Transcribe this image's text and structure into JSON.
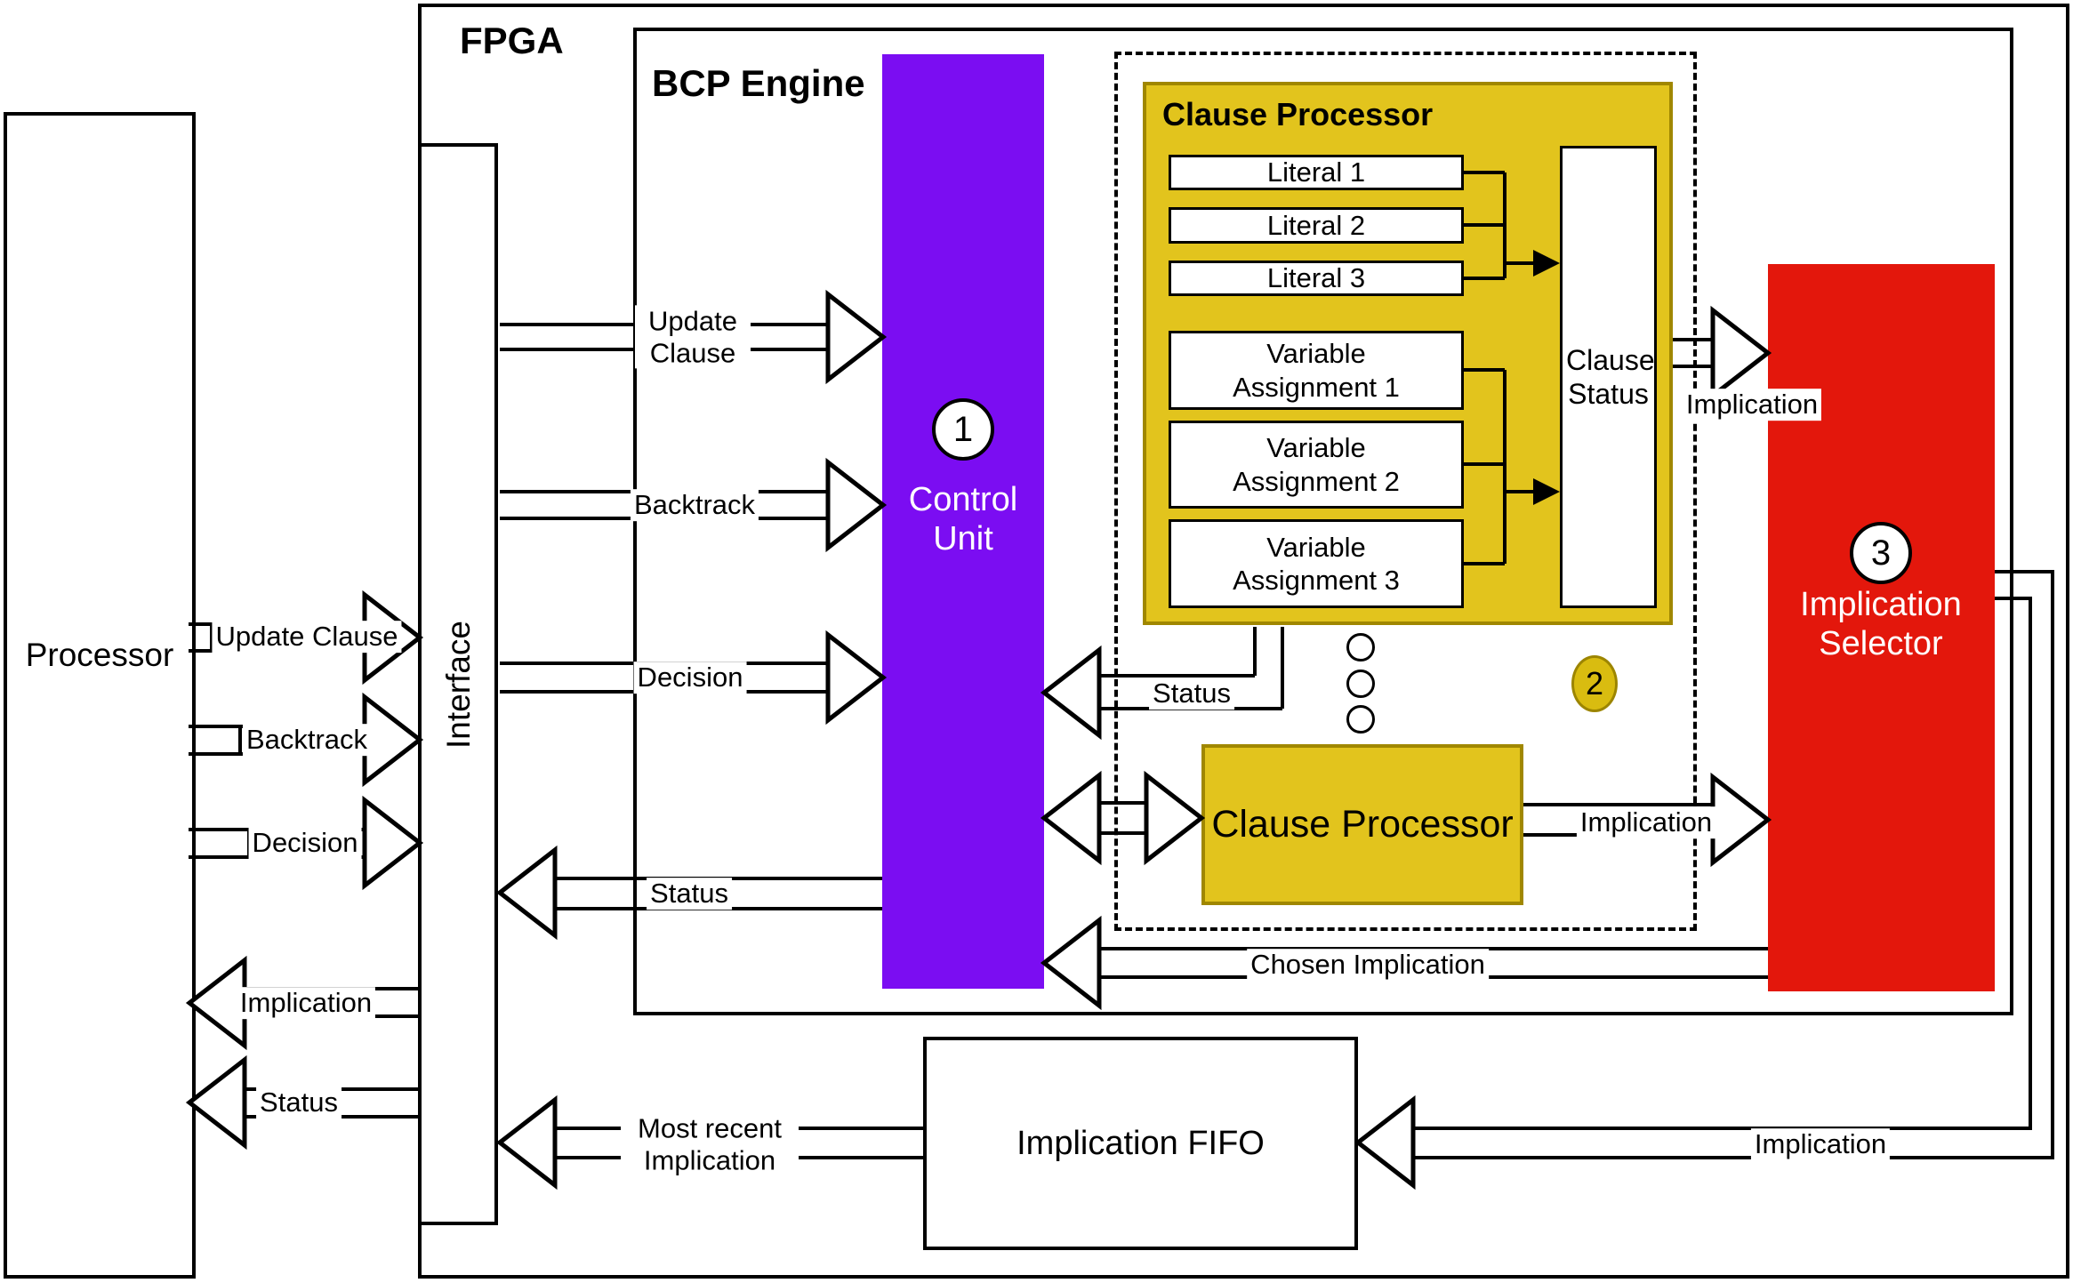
{
  "labels": {
    "fpga": "FPGA",
    "bcp_engine": "BCP Engine",
    "processor": "Processor",
    "interface": "Interface"
  },
  "control_unit": {
    "step": "1",
    "label": "Control Unit"
  },
  "clause_processor": {
    "title": "Clause Processor",
    "literals": [
      "Literal 1",
      "Literal 2",
      "Literal 3"
    ],
    "variable_assignments": [
      "Variable Assignment 1",
      "Variable Assignment 2",
      "Variable Assignment 3"
    ],
    "clause_status": "Clause Status",
    "step": "2"
  },
  "clause_processor_bottom": {
    "label": "Clause Processor"
  },
  "implication_selector": {
    "step": "3",
    "label": "Implication Selector"
  },
  "implication_fifo": {
    "label": "Implication FIFO"
  },
  "wires": {
    "update_clause_left": "Update Clause",
    "backtrack_left": "Backtrack",
    "decision_left": "Decision",
    "implication_left": "Implication",
    "status_left": "Status",
    "update_clause_right": "Update Clause",
    "backtrack_right": "Backtrack",
    "decision_right": "Decision",
    "status_right": "Status",
    "status_clause": "Status",
    "implication_cs": "Implication",
    "implication_cp": "Implication",
    "chosen_implication": "Chosen Implication",
    "implication_fifo_in": "Implication",
    "most_recent_implication": "Most recent Implication"
  },
  "colors": {
    "control_unit": "#7B0DF2",
    "selector_red": "#E3170C",
    "clause_yellow": "#E2C41D",
    "clause_yellow_border": "#A08700",
    "step2_fill": "#D9BC10",
    "step2_border": "#9C8500",
    "line": "#000000"
  }
}
